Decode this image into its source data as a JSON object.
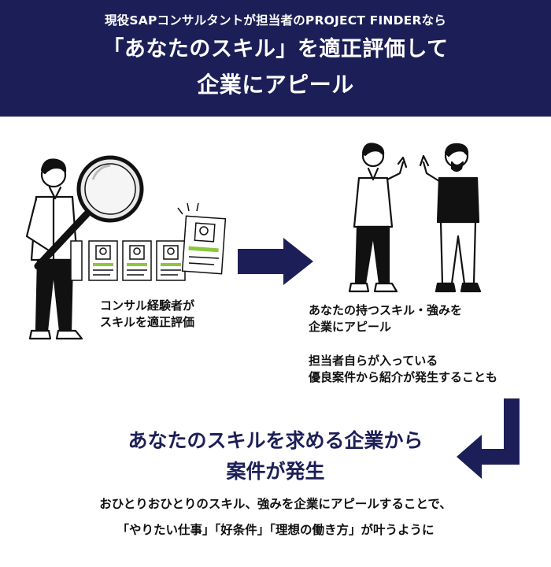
{
  "header": {
    "subtitle": "現役SAPコンサルタントが担当者のPROJECT FINDERなら",
    "title_line1": "「あなたのスキル」を適正評価して",
    "title_line2": "企業にアピール",
    "bg_color": "#1c1f57"
  },
  "left_caption": {
    "line1": "コンサル経験者が",
    "line2": "スキルを適正評価"
  },
  "right_caption1": {
    "line1": "あなたの持つスキル・強みを",
    "line2": "企業にアピール"
  },
  "right_caption2": {
    "line1": "担当者自らが入っている",
    "line2": "優良案件から紹介が発生することも"
  },
  "result": {
    "line1": "あなたのスキルを求める企業から",
    "line2": "案件が発生"
  },
  "bottom": {
    "line1": "おひとりおひとりのスキル、強みを企業にアピールすることで、",
    "line2": "「やりたい仕事」「好条件」「理想の働き方」が叶うように"
  },
  "colors": {
    "navy": "#1c1f57",
    "green": "#8cc63f",
    "ink": "#111111"
  },
  "icons": [
    "magnifying-glass-icon",
    "resume-card-icon",
    "right-arrow-icon",
    "down-left-arrow-icon"
  ]
}
